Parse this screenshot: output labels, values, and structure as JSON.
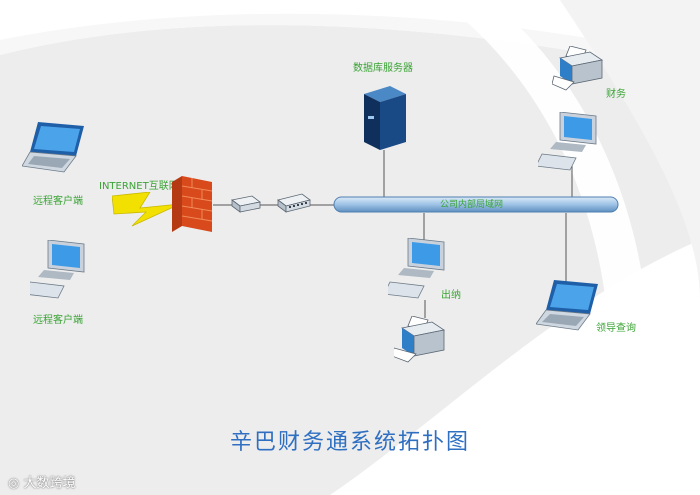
{
  "title": "辛巴财务通系统拓扑图",
  "labels": {
    "remote1": "远程客户端",
    "remote2": "远程客户端",
    "internet": "INTERNET互联网",
    "db_server": "数据库服务器",
    "finance": "财务",
    "cashier": "出纳",
    "leader": "领导查询",
    "bus": "公司内部局域网"
  },
  "watermark": "大数跨境",
  "icons": [
    "laptop-icon",
    "desktop-icon",
    "firewall-icon",
    "router-icon",
    "switch-icon",
    "server-icon",
    "printer-icon",
    "lightning-icon"
  ],
  "colors": {
    "label": "#3aa335",
    "title": "#2f6fc2",
    "bus": "#9ec3e6",
    "device": "#2f7fc8"
  }
}
